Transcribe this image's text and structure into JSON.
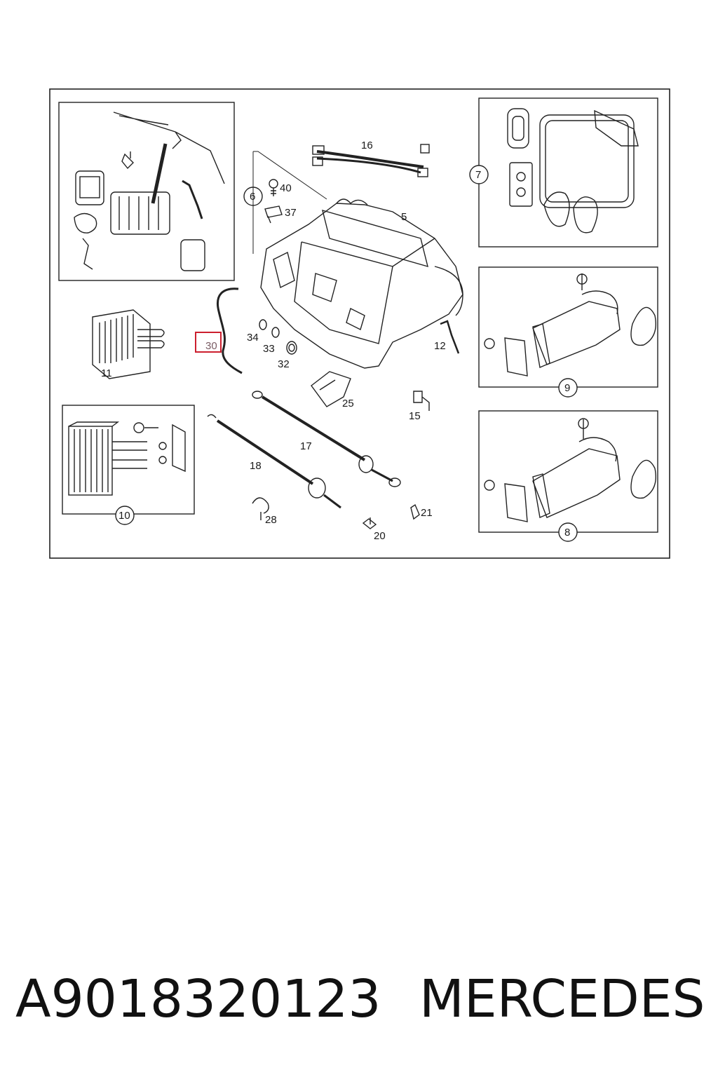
{
  "diagram": {
    "callouts": [
      "5",
      "6",
      "7",
      "8",
      "9",
      "10",
      "11",
      "12",
      "15",
      "16",
      "17",
      "18",
      "20",
      "21",
      "25",
      "28",
      "30",
      "32",
      "33",
      "34",
      "37",
      "40"
    ],
    "highlighted_callout": "30",
    "highlight_color": "#cc1f2e"
  },
  "footer": {
    "part_number": "A9018320123",
    "brand": "MERCEDES"
  }
}
